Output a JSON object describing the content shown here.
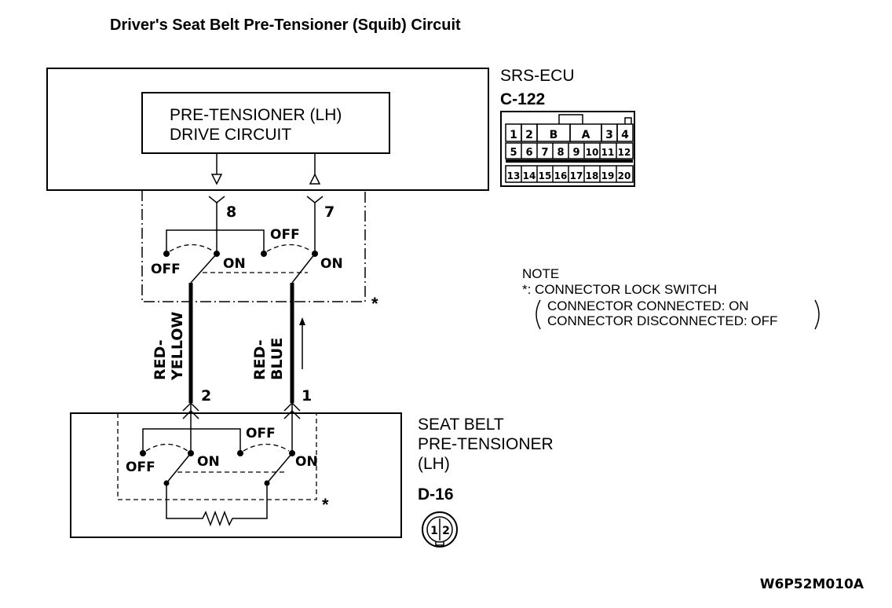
{
  "title": "Driver's Seat Belt Pre-Tensioner (Squib) Circuit",
  "ecu": {
    "name": "SRS-ECU",
    "connector_id": "C-122",
    "drive_circuit_line1": "PRE-TENSIONER (LH)",
    "drive_circuit_line2": "DRIVE CIRCUIT",
    "connector_pins": {
      "row1": [
        "1",
        "2",
        "B",
        "A",
        "3",
        "4"
      ],
      "row2": [
        "5",
        "6",
        "7",
        "8",
        "9",
        "10",
        "11",
        "12"
      ],
      "row3": [
        "13",
        "14",
        "15",
        "16",
        "17",
        "18",
        "19",
        "20"
      ]
    }
  },
  "ecu_switches": {
    "terminal_left": "8",
    "terminal_right": "7",
    "off_left": "OFF",
    "on_left": "ON",
    "off_right": "OFF",
    "on_right": "ON",
    "asterisk": "*"
  },
  "wires": {
    "left_color_line1": "RED-",
    "left_color_line2": "YELLOW",
    "right_color_line1": "RED-",
    "right_color_line2": "BLUE"
  },
  "pretensioner": {
    "name_line1": "SEAT BELT",
    "name_line2": "PRE-TENSIONER",
    "name_line3": "(LH)",
    "connector_id": "D-16",
    "terminal_left": "2",
    "terminal_right": "1",
    "off_left": "OFF",
    "on_left": "ON",
    "off_right": "OFF",
    "on_right": "ON",
    "asterisk": "*",
    "connector_pins": [
      "1",
      "2"
    ]
  },
  "note": {
    "heading": "NOTE",
    "line1": "*: CONNECTOR LOCK SWITCH",
    "line2": "CONNECTOR CONNECTED: ON",
    "line3": "CONNECTOR DISCONNECTED: OFF"
  },
  "figure_code": "W6P52M010A"
}
